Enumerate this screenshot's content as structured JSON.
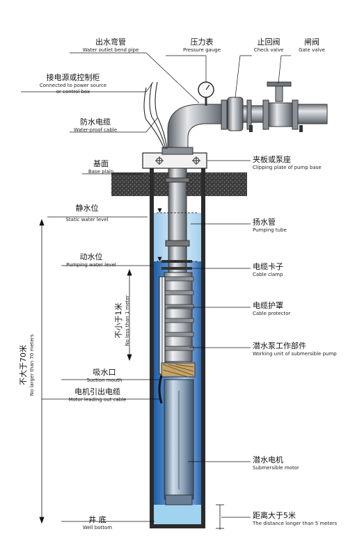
{
  "labels": {
    "outlet_bend_pipe": {
      "cn": "出水弯管",
      "en": "Water outlet bend pipe"
    },
    "pressure_gauge": {
      "cn": "压力表",
      "en": "Pressure gauge"
    },
    "check_valve": {
      "cn": "止回阀",
      "en": "Check valve"
    },
    "gate_valve": {
      "cn": "闸阀",
      "en": "Gate valve"
    },
    "power_source": {
      "cn": "接电源或控制柜",
      "en_line1": "Connected to power source",
      "en_line2": "or control box"
    },
    "waterproof_cable": {
      "cn": "防水电缆",
      "en": "Water-proof cable"
    },
    "base_plain": {
      "cn": "基面",
      "en": "Base plain"
    },
    "clipping_plate": {
      "cn": "夹板或泵座",
      "en": "Clipping plate of pump base"
    },
    "static_level": {
      "cn": "静水位",
      "en": "Static water level"
    },
    "pumping_tube": {
      "cn": "扬水管",
      "en": "Pumping tube"
    },
    "pumping_level": {
      "cn": "动水位",
      "en": "Pumping water level"
    },
    "cable_clamp": {
      "cn": "电缆卡子",
      "en": "Cable clamp"
    },
    "cable_protector": {
      "cn": "电缆护罩",
      "en": "Cable protector"
    },
    "working_unit": {
      "cn": "潜水泵工作部件",
      "en": "Working unit of submersible pump"
    },
    "suction_mouth": {
      "cn": "吸水口",
      "en": "Suction mouth"
    },
    "motor_cable": {
      "cn": "电机引出电缆",
      "en": "Motor leading out cable"
    },
    "submersible_motor": {
      "cn": "潜水电机",
      "en": "Submersible motor"
    },
    "well_bottom": {
      "cn": "井 底",
      "en": "Well bottom"
    },
    "distance_5m": {
      "cn": "距离大于5米",
      "en": "The distance longer than 5 meters"
    }
  },
  "dimensions": {
    "max_70m": {
      "cn": "不大于70米",
      "en": "No larger than 70 meters"
    },
    "min_1m": {
      "cn": "不小于1米",
      "en": "No less than 1 meter"
    }
  },
  "colors": {
    "water": "#2f6fbd",
    "water_light": "#bfe0f2",
    "soil": "#4a4a4a",
    "pipe": "#8a8f95",
    "pump": "#d8dadc"
  }
}
